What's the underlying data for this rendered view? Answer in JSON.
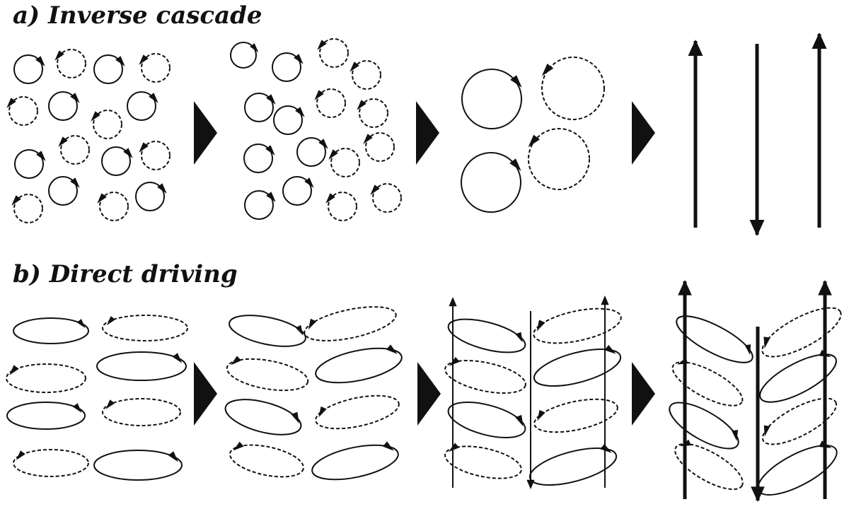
{
  "panels": [
    {
      "id": "a",
      "label": "a)  Inverse cascade"
    },
    {
      "id": "b",
      "label": "b)  Direct driving"
    }
  ],
  "colors": {
    "ink": "#111111",
    "background": "#ffffff"
  },
  "icons": {
    "stage_arrow": "stage-transition-arrow-icon",
    "vortex_solid": "vortex-solid-icon",
    "vortex_dashed": "vortex-dashed-icon",
    "vertical_flow": "vertical-flow-arrow-icon"
  }
}
